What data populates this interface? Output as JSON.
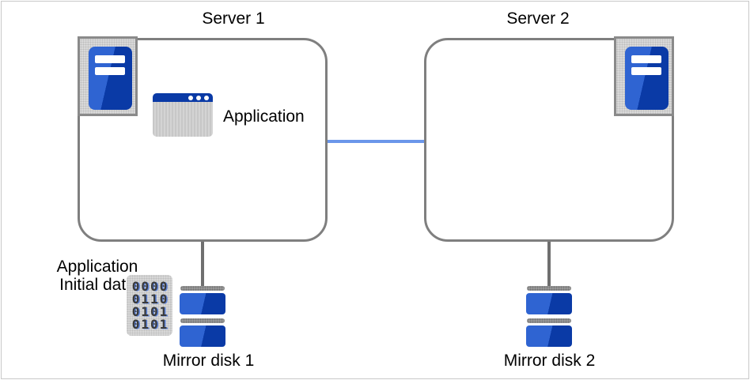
{
  "diagram": {
    "server1": {
      "label": "Server 1"
    },
    "server2": {
      "label": "Server 2"
    },
    "application": {
      "label": "Application"
    },
    "initial_data": {
      "line1": "Application",
      "line2": "Initial data",
      "binary_rows": [
        "0000",
        "0110",
        "0101",
        "0101"
      ]
    },
    "mirror_disk1": {
      "label": "Mirror disk 1"
    },
    "mirror_disk2": {
      "label": "Mirror disk 2"
    },
    "colors": {
      "icon_blue_light": "#2f64d2",
      "icon_blue_dark": "#0a3aa6",
      "connector_blue": "#6b96ea",
      "connector_gray": "#6f6f6f",
      "box_border_gray": "#7f7f7f"
    }
  }
}
